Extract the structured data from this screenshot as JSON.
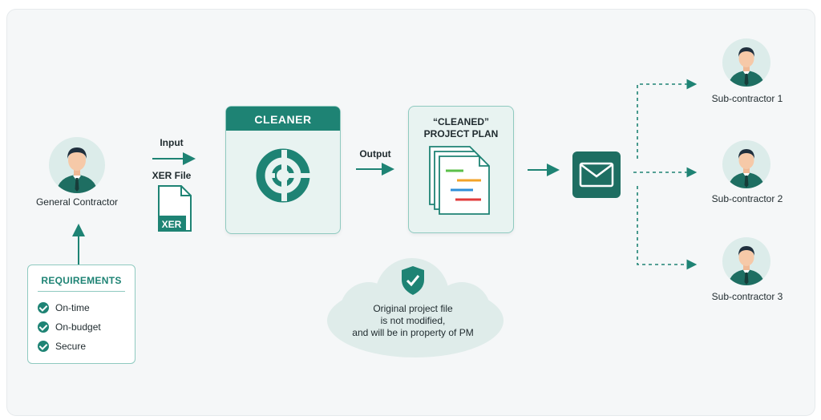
{
  "general_contractor": {
    "label": "General Contractor"
  },
  "requirements": {
    "title": "REQUIREMENTS",
    "items": [
      "On-time",
      "On-budget",
      "Secure"
    ]
  },
  "input": {
    "label": "Input",
    "file_label": "XER File",
    "file_badge": "XER"
  },
  "cleaner": {
    "title": "CLEANER"
  },
  "output": {
    "label": "Output"
  },
  "cleaned_plan": {
    "title_line1": "“CLEANED”",
    "title_line2": "PROJECT PLAN"
  },
  "cloud_note": {
    "line1": "Original project file",
    "line2": "is not modified,",
    "line3": "and will be in property of PM"
  },
  "subcontractors": [
    "Sub-contractor 1",
    "Sub-contractor 2",
    "Sub-contractor 3"
  ],
  "colors": {
    "teal": "#1e8374",
    "teal_dark": "#1e6e62",
    "card_bg": "#e8f3f1",
    "skin": "#f6c9a8",
    "hair": "#1f2f3d"
  }
}
